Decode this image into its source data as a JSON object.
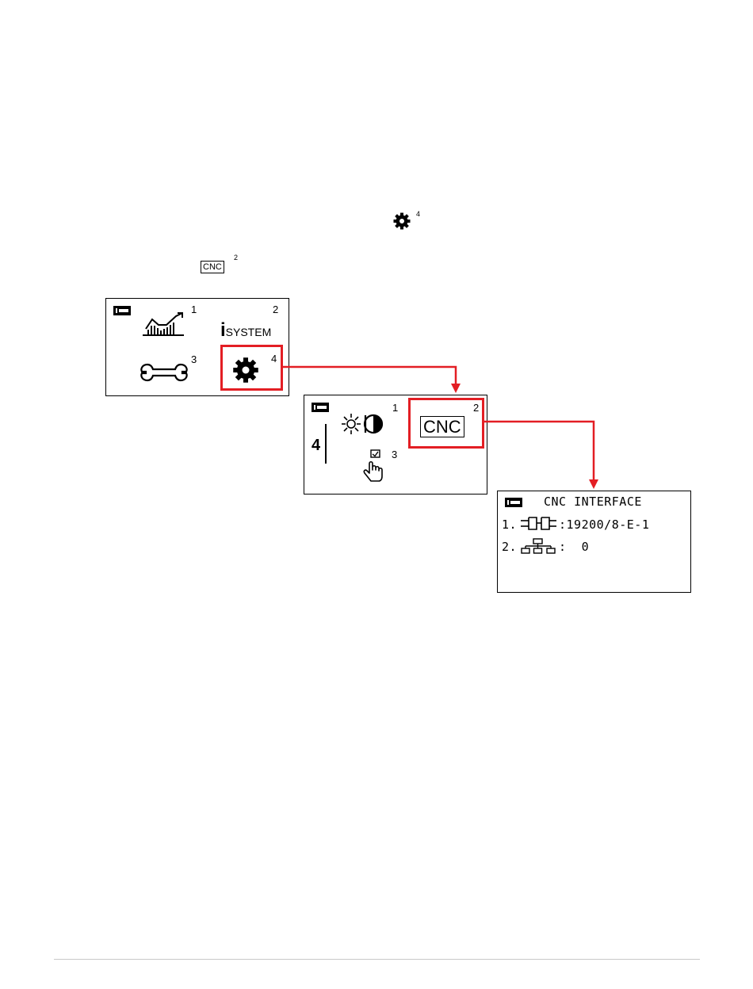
{
  "inline_icons": {
    "gear_superscript": "4",
    "cnc_label": "CNC",
    "cnc_superscript": "2"
  },
  "main_menu": {
    "status_icon": "battery-icon",
    "items": [
      {
        "number": "1",
        "icon": "statistics-chart-icon"
      },
      {
        "number": "2",
        "icon": "info-system-icon",
        "letter": "i",
        "label": "SYSTEM"
      },
      {
        "number": "3",
        "icon": "wrench-icon"
      },
      {
        "number": "4",
        "icon": "gear-icon"
      }
    ]
  },
  "settings_menu": {
    "status_icon": "battery-icon",
    "level": "4",
    "items": [
      {
        "number": "1",
        "icon": "brightness-contrast-icon"
      },
      {
        "number": "2",
        "icon": "cnc-icon",
        "label": "CNC"
      },
      {
        "number": "3",
        "icon": "touch-checkbox-icon"
      }
    ]
  },
  "cnc_screen": {
    "status_icon": "battery-icon",
    "title": "CNC INTERFACE",
    "rows": [
      {
        "index": "1.",
        "icon": "serial-connector-icon",
        "value": ":19200/8-E-1"
      },
      {
        "index": "2.",
        "icon": "network-address-icon",
        "value": ":  0"
      }
    ]
  },
  "colors": {
    "highlight": "#e31e24",
    "line": "#000000",
    "footer_rule": "#c8c8c8"
  }
}
